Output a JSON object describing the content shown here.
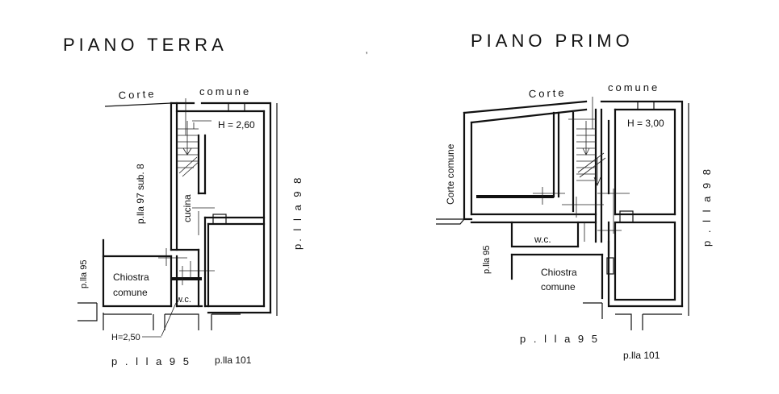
{
  "ground_floor": {
    "title": "PIANO TERRA",
    "corte": "Corte",
    "comune": "comune",
    "height_upper": "H = 2,60",
    "plla_97": "p.lla 97  sub. 8",
    "cucina": "cucina",
    "plla_98": "p. l l a   9 8",
    "plla_95_left": "p.lla 95",
    "chiostra": "Chiostra",
    "chiostra_comune": "comune",
    "wc": "w.c.",
    "height_wc": "H=2,50",
    "plla_95_bottom": "p . l l a   9 5",
    "plla_101": "p.lla 101"
  },
  "first_floor": {
    "title": "PIANO PRIMO",
    "corte": "Corte",
    "comune": "comune",
    "height_upper": "H = 3,00",
    "corte_comune": "Corte comune",
    "plla_98": "p . l l a   9 8",
    "plla_95_left": "p.lla 95",
    "wc": "w.c.",
    "chiostra": "Chiostra",
    "chiostra_comune": "comune",
    "plla_95_bottom": "p . l l a   9 5",
    "plla_101": "p.lla 101"
  }
}
